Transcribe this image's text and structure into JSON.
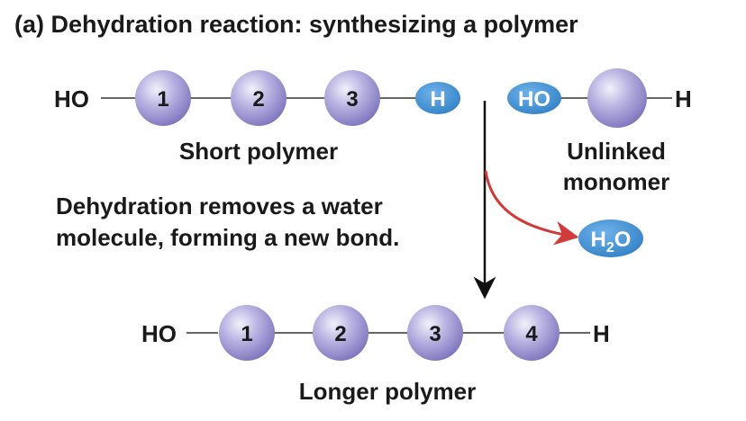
{
  "title": "(a) Dehydration reaction: synthesizing a polymer",
  "short_polymer": {
    "left_end": "HO",
    "monomers": [
      "1",
      "2",
      "3"
    ],
    "right_end": "H",
    "caption": "Short polymer"
  },
  "unlinked_monomer": {
    "left_end": "HO",
    "right_end": "H",
    "caption_line1": "Unlinked",
    "caption_line2": "monomer"
  },
  "explanation": {
    "line1": "Dehydration removes a water",
    "line2": "molecule, forming a new bond."
  },
  "water": {
    "label_main": "H",
    "label_sub": "2",
    "label_end": "O"
  },
  "longer_polymer": {
    "left_end": "HO",
    "monomers": [
      "1",
      "2",
      "3",
      "4"
    ],
    "right_end": "H",
    "caption": "Longer polymer"
  },
  "colors": {
    "monomer_light": "#e4e2f4",
    "monomer_dark": "#8a82c6",
    "group_blue": "#3f8fd2",
    "arrow_red": "#d23a3a",
    "arrow_black": "#111111"
  }
}
